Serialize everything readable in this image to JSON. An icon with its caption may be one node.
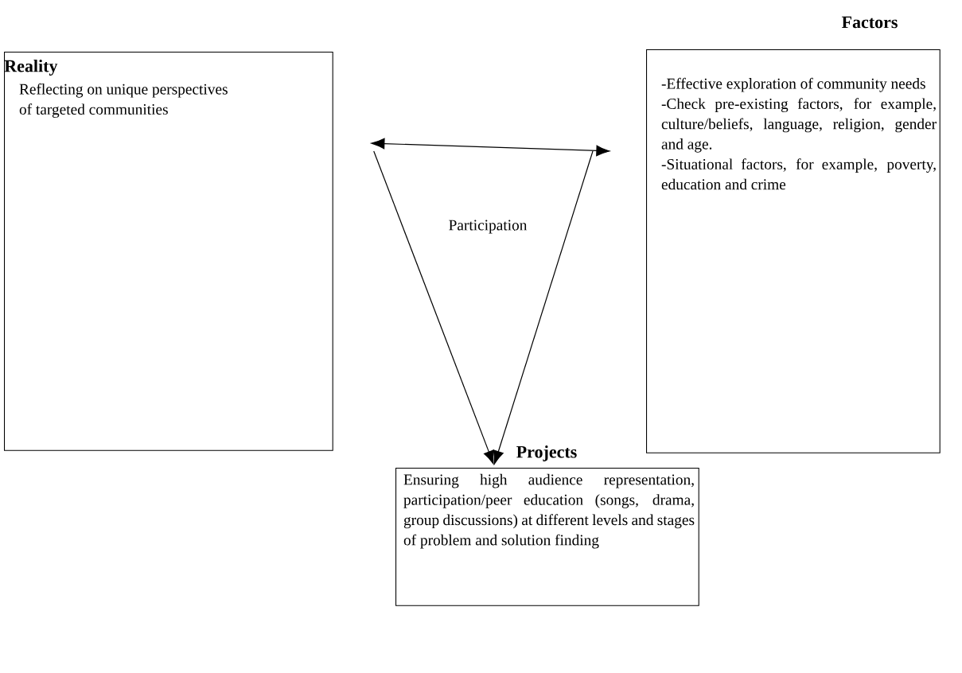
{
  "diagram": {
    "nodes": [
      {
        "text": [
          "Reality",
          "Reflecting on unique perspectives of targeted communities"
        ]
      },
      {
        "text": [
          "Participation"
        ]
      },
      {
        "text": [
          "Factors",
          "-Effective exploration of community needs",
          "-Check pre-existing factors, for example, culture/beliefs, language, religion, gender and age.",
          "-Situational factors, for example, poverty, education and crime"
        ]
      },
      {
        "text": [
          "Projects",
          "Ensuring high audience representation, participation/peer education (songs, drama, group discussions) at different levels and stages of problem and solution finding"
        ]
      }
    ],
    "edges": [
      {
        "from": 0,
        "to": 2,
        "arrow": "both"
      },
      {
        "from": 0,
        "to": 3,
        "arrow": "to"
      },
      {
        "from": 2,
        "to": 3,
        "arrow": "to"
      }
    ]
  }
}
